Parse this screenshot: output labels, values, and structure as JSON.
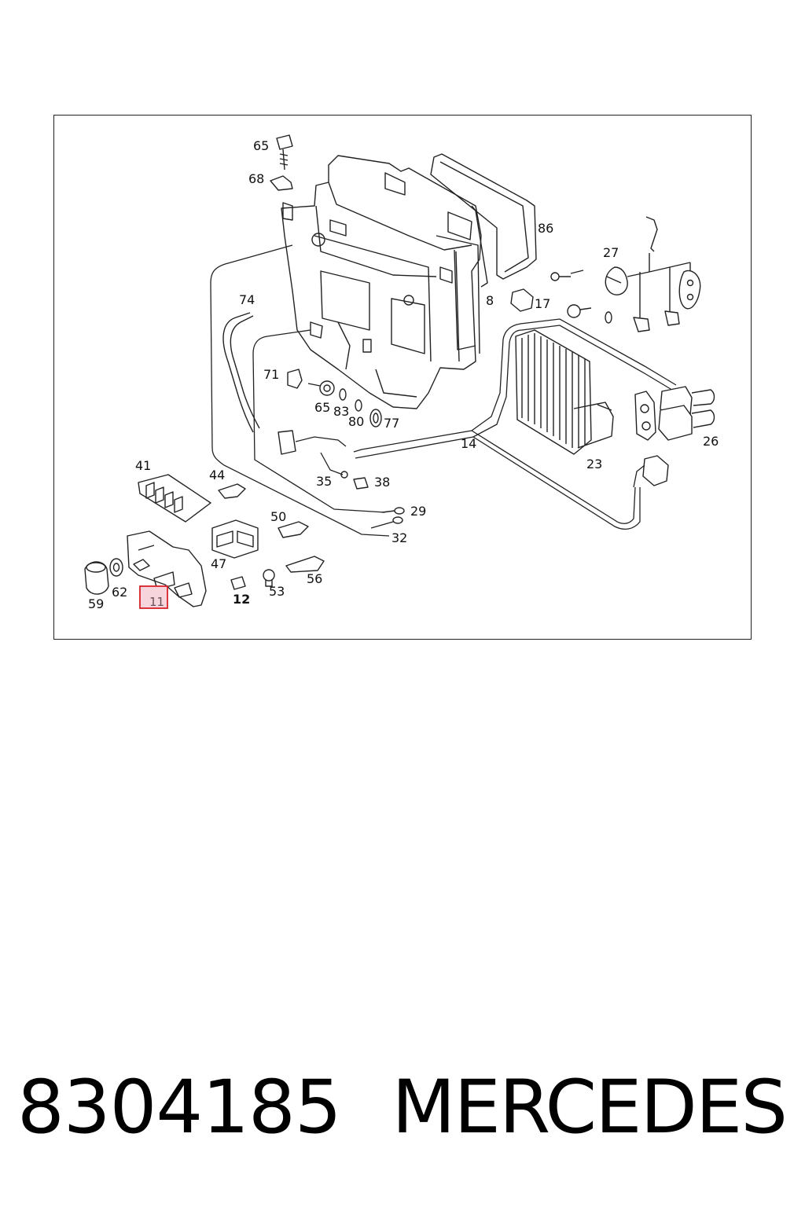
{
  "callouts": {
    "c65a": "65",
    "c68": "68",
    "c86": "86",
    "c27": "27",
    "c74": "74",
    "c8": "8",
    "c17": "17",
    "c71": "71",
    "c65b": "65",
    "c83": "83",
    "c80": "80",
    "c77": "77",
    "c14": "14",
    "c23": "23",
    "c26": "26",
    "c41": "41",
    "c44": "44",
    "c35": "35",
    "c38": "38",
    "c29": "29",
    "c50": "50",
    "c32": "32",
    "c47": "47",
    "c56": "56",
    "c59": "59",
    "c62": "62",
    "c11": "11",
    "c12": "12",
    "c53": "53"
  },
  "highlight": {
    "callout": "11",
    "color": "#d9202a",
    "fill": "#f6d6dc"
  },
  "footer": {
    "part_number": "8304185",
    "brand": "MERCEDES"
  }
}
